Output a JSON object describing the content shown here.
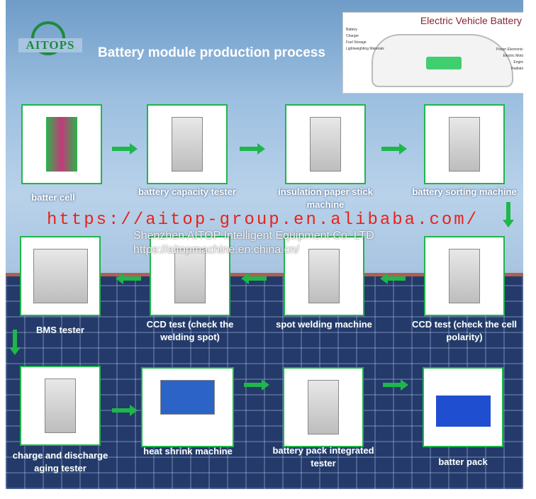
{
  "logo": "AITOPS",
  "title": "Battery module production process",
  "ev_diagram": {
    "title": "Electric Vehicle Battery",
    "labels": [
      "Battery",
      "Charger",
      "Fuel Storage",
      "Lightweighting Materials",
      "Power Electronics",
      "Electric Motor",
      "Engine",
      "Radiator"
    ]
  },
  "steps": [
    "batter cell",
    "battery capacity tester",
    "insulation paper stick machine",
    "battery sorting machine",
    "CCD test (check the cell polarity)",
    "spot welding machine",
    "CCD test (check the welding spot)",
    "BMS tester",
    "charge and discharge aging tester",
    "heat shrink machine",
    "battery pack integrated tester",
    "batter pack"
  ],
  "watermarks": {
    "alibaba": "https://aitop-group.en.alibaba.com/",
    "company": "Shenzhen AITOP Intelligent Equipment Co. LTD",
    "china": "https://aitopmachine.en.china.cn/"
  },
  "colors": {
    "accent": "#1fb64b",
    "title_ev": "#8b2330",
    "watermark": "#e8221a"
  }
}
